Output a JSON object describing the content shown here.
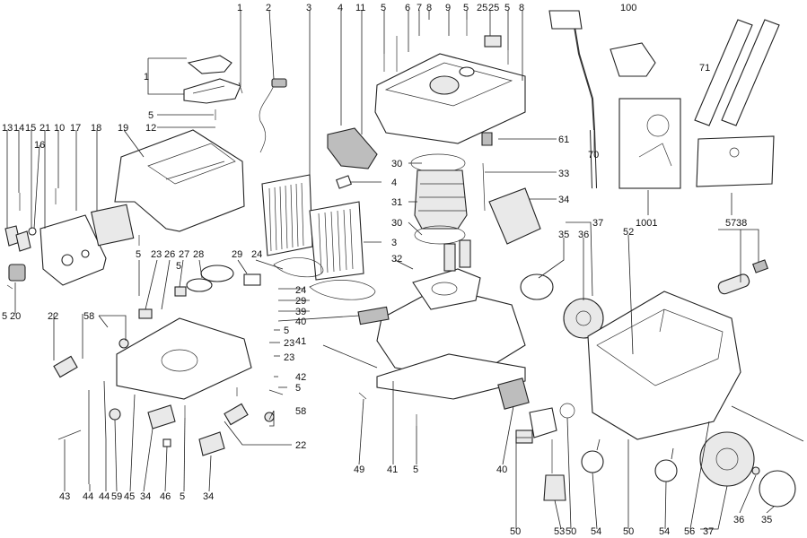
{
  "diagram": {
    "labels": [
      "1",
      "2",
      "3",
      "4",
      "11",
      "5",
      "6",
      "7",
      "8",
      "9",
      "25",
      "5",
      "8",
      "100",
      "71",
      "1",
      "5",
      "12",
      "13",
      "14",
      "15",
      "21",
      "10",
      "17",
      "18",
      "19",
      "16",
      "61",
      "70",
      "30",
      "4",
      "33",
      "31",
      "30",
      "34",
      "1001",
      "57",
      "3",
      "37",
      "38",
      "35",
      "36",
      "52",
      "5",
      "23",
      "26",
      "27",
      "28",
      "29",
      "24",
      "32",
      "20",
      "22",
      "58",
      "39",
      "40",
      "5",
      "23",
      "41",
      "42",
      "5",
      "58",
      "22",
      "43",
      "44",
      "44",
      "45",
      "59",
      "34",
      "46",
      "5",
      "34",
      "49",
      "41",
      "5",
      "40",
      "50",
      "53",
      "50",
      "54",
      "50",
      "54",
      "56",
      "37",
      "36",
      "35",
      "24",
      "29"
    ]
  }
}
